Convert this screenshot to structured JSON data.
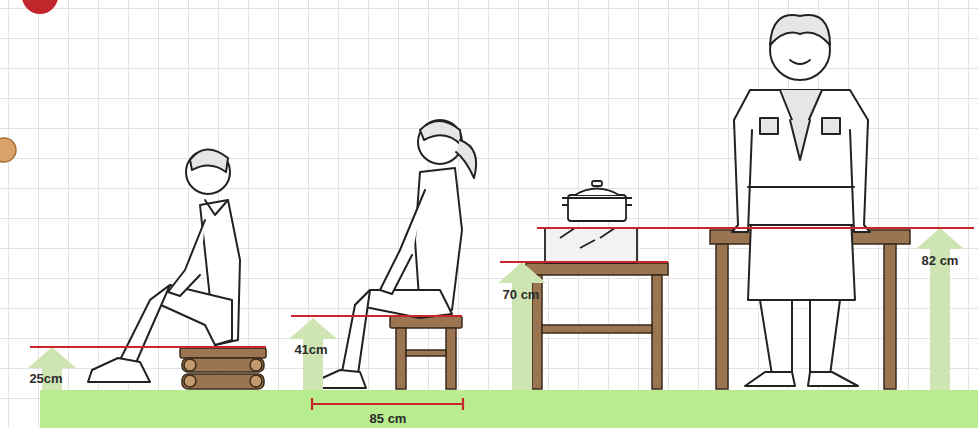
{
  "diagram": {
    "labels": [
      "25cm",
      "41cm",
      "85 cm",
      "70 cm",
      "82 cm"
    ]
  }
}
